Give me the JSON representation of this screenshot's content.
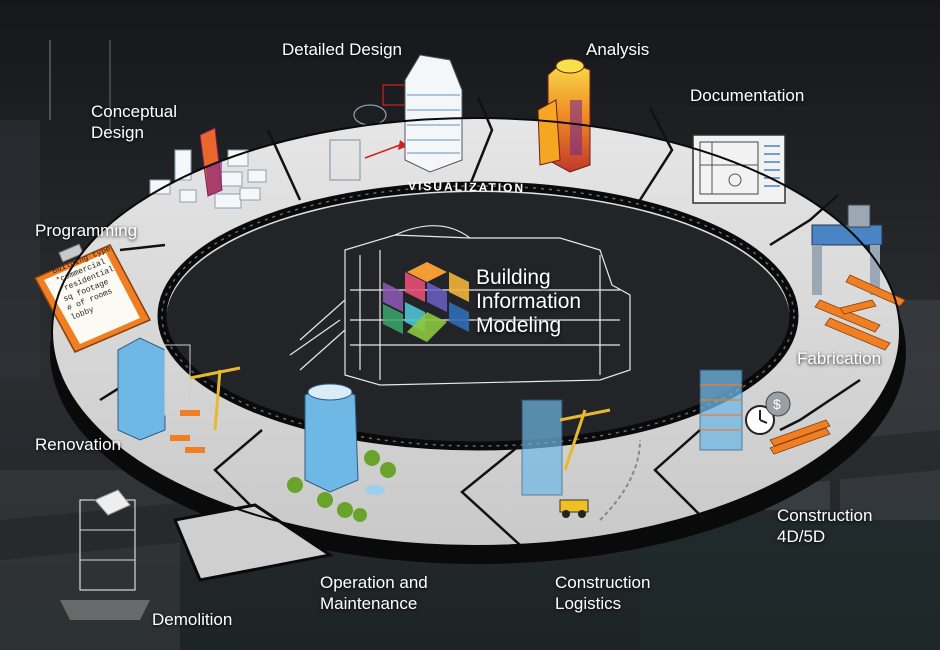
{
  "diagram": {
    "center": {
      "title": "Building\nInformation\nModeling"
    },
    "band_label": "VISUALIZATION",
    "stages": [
      {
        "id": "conceptual-design",
        "label": "Conceptual\nDesign"
      },
      {
        "id": "detailed-design",
        "label": "Detailed Design"
      },
      {
        "id": "analysis",
        "label": "Analysis"
      },
      {
        "id": "documentation",
        "label": "Documentation"
      },
      {
        "id": "fabrication",
        "label": "Fabrication"
      },
      {
        "id": "construction-4d5d",
        "label": "Construction\n4D/5D"
      },
      {
        "id": "construction-logistics",
        "label": "Construction\nLogistics"
      },
      {
        "id": "operation-maintenance",
        "label": "Operation and\nMaintenance"
      },
      {
        "id": "renovation",
        "label": "Renovation"
      },
      {
        "id": "demolition",
        "label": "Demolition"
      },
      {
        "id": "programming",
        "label": "Programming"
      }
    ],
    "clipboard_text": "building type\n*commercial\n*residential\nsq footage\n# of rooms\nlobby",
    "colors": {
      "ring_fill": "#d9d9d9",
      "ring_edge": "#0a0a0a",
      "background": "#1a1c20",
      "orange": "#f07f23",
      "blue": "#6fb8e6",
      "cube_colors": [
        "#f39c34",
        "#e94e77",
        "#8e5bb5",
        "#4ec3d1",
        "#8cc63f",
        "#2f6eb5"
      ]
    }
  }
}
